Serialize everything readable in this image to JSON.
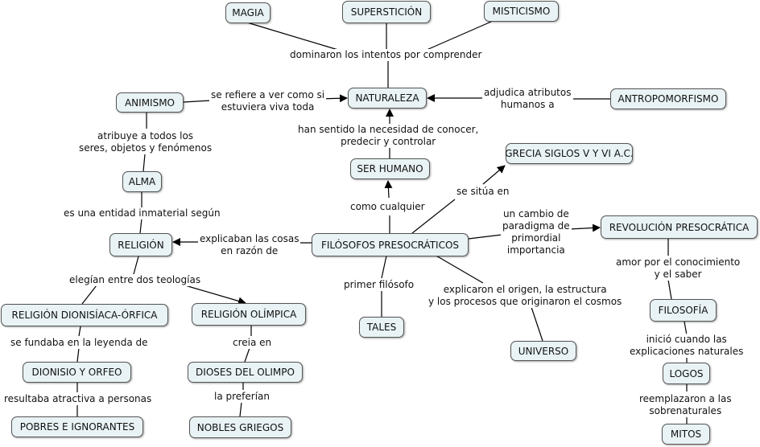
{
  "concepts": {
    "magia": "MAGIA",
    "supersticion": "SUPERSTICIÓN",
    "misticismo": "MISTICISMO",
    "naturaleza": "NATURALEZA",
    "animismo": "ANIMISMO",
    "antropomorfismo": "ANTROPOMORFISMO",
    "alma": "ALMA",
    "ser_humano": "SER HUMANO",
    "grecia": "GRECIA SIGLOS V Y VI A.C.",
    "religion": "RELIGIÓN",
    "filosofos": "FILÓSOFOS PRESOCRÁTICOS",
    "revolucion": "REVOLUCIÓN PRESOCRÁTICA",
    "religion_dionisiaca": "RELIGIÓN DIONISÍACA-ÓRFICA",
    "religion_olimpica": "RELIGIÓN OLÍMPICA",
    "tales": "TALES",
    "universo": "UNIVERSO",
    "filosofia": "FILOSOFÍA",
    "dionisio": "DIONISIO Y ORFEO",
    "dioses": "DIOSES DEL OLIMPO",
    "logos": "LOGOS",
    "pobres": "POBRES E IGNORANTES",
    "nobles": "NOBLES GRIEGOS",
    "mitos": "MITOS"
  },
  "links": {
    "dominaron": "dominaron los intentos por comprender",
    "se_refiere": "se refiere a ver como si\nestuviera viva toda",
    "adjudica": "adjudica atributos\nhumanos a",
    "han_sentido": "han sentido la necesidad de conocer,\npredecir y controlar",
    "atribuye": "atribuye a todos los\nseres, objetos y fenómenos",
    "se_situa": "se sitúa en",
    "es_entidad": "es una entidad inmaterial según",
    "como_cualquier": "como cualquier",
    "un_cambio": "un cambio de\nparadigma de\nprimordial\nimportancia",
    "explicaban": "explicaban las cosas\nen razón de",
    "amor": "amor por el conocimiento\ny el saber",
    "elegian": "elegían entre dos teologías",
    "primer": "primer filósofo",
    "explicaron": "explicaron el origen, la estructura\ny los procesos que originaron el cosmos",
    "inicio": "inició cuando las\nexplicaciones naturales",
    "se_fundaba": "se fundaba en la leyenda de",
    "creia": "creia en",
    "resultaba": "resultaba atractiva a personas",
    "la_preferian": "la preferían",
    "reemplazaron": "reemplazaron a las\nsobrenaturales"
  },
  "colors": {
    "node_fill": "#e9f3f5",
    "node_border": "#555555",
    "line": "#000000"
  }
}
